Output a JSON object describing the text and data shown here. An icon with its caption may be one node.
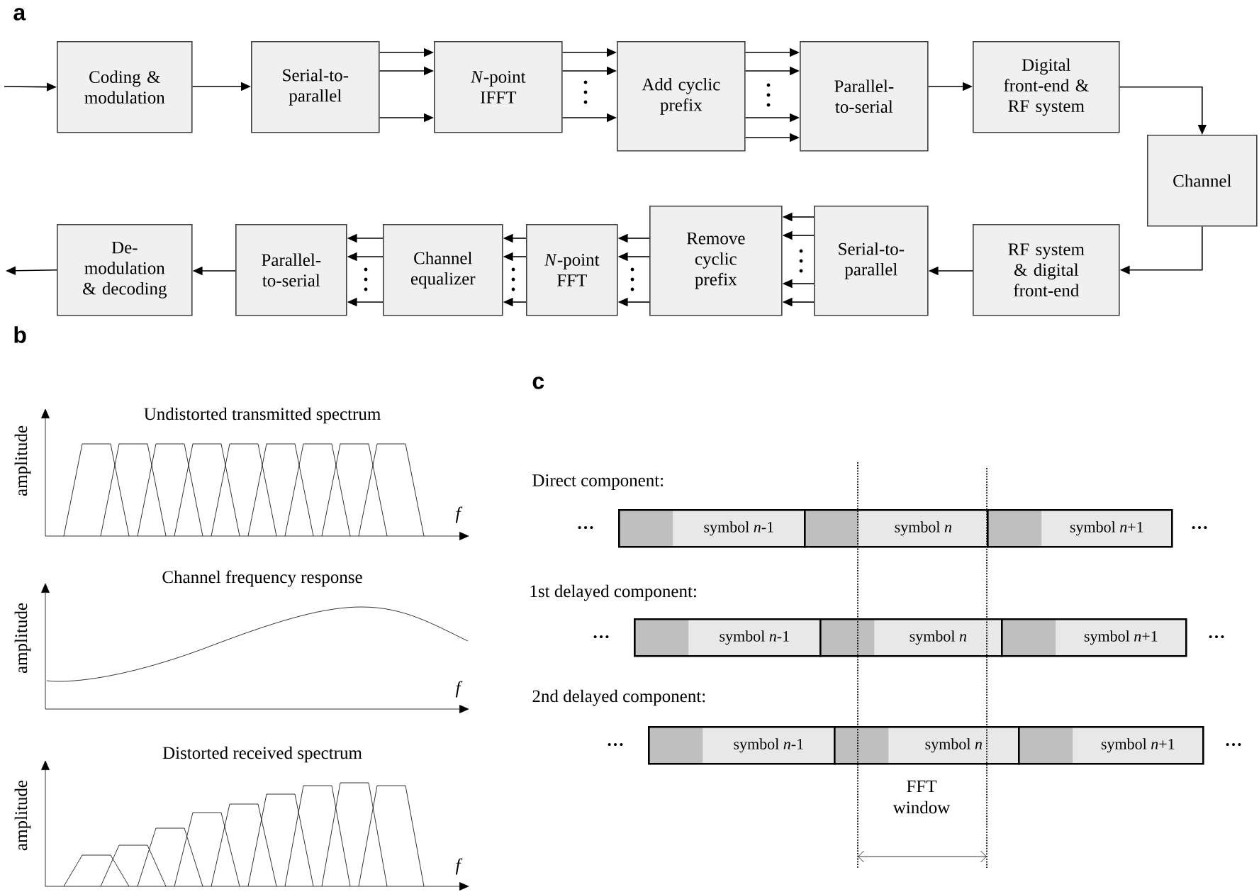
{
  "diagram": {
    "nodes": [
      {
        "text": [
          "Coding & modulation"
        ]
      },
      {
        "text": [
          "Serial-to-parallel"
        ]
      },
      {
        "text": [
          "*N*-point IFFT"
        ]
      },
      {
        "text": [
          "Add cyclic prefix"
        ]
      },
      {
        "text": [
          "Parallel-to-serial"
        ]
      },
      {
        "text": [
          "Digital front-end & RF system"
        ]
      },
      {
        "text": [
          "Channel"
        ]
      },
      {
        "text": [
          "RF system & digital front-end"
        ]
      },
      {
        "text": [
          "Serial-to-parallel"
        ]
      },
      {
        "text": [
          "Remove cyclic prefix"
        ]
      },
      {
        "text": [
          "*N*-point FFT"
        ]
      },
      {
        "text": [
          "Channel equalizer"
        ]
      },
      {
        "text": [
          "Parallel-to-serial"
        ]
      },
      {
        "text": [
          "De-modulation & decoding"
        ]
      },
      {
        "text": [
          "symbol *n*-1"
        ]
      },
      {
        "text": [
          "symbol *n*"
        ]
      },
      {
        "text": [
          "symbol *n*+1"
        ]
      },
      {
        "text": [
          "symbol *n*-1"
        ]
      },
      {
        "text": [
          "symbol *n*"
        ]
      },
      {
        "text": [
          "symbol *n*+1"
        ]
      },
      {
        "text": [
          "symbol *n*-1"
        ]
      },
      {
        "text": [
          "symbol *n*"
        ]
      },
      {
        "text": [
          "symbol *n*+1"
        ]
      }
    ],
    "edges": [
      {
        "from": null,
        "to": 0,
        "arrow": "to"
      },
      {
        "from": 0,
        "to": 1,
        "arrow": "to"
      },
      {
        "from": 1,
        "to": 2,
        "arrow": "to"
      },
      {
        "from": 1,
        "to": 2,
        "arrow": "to"
      },
      {
        "from": 1,
        "to": 2,
        "arrow": "to"
      },
      {
        "from": 2,
        "to": 3,
        "arrow": "to"
      },
      {
        "from": 2,
        "to": 3,
        "arrow": "to"
      },
      {
        "from": 2,
        "to": 3,
        "arrow": "to"
      },
      {
        "from": 3,
        "to": 4,
        "arrow": "to"
      },
      {
        "from": 3,
        "to": 4,
        "arrow": "to"
      },
      {
        "from": 3,
        "to": 4,
        "arrow": "to"
      },
      {
        "from": 3,
        "to": 4,
        "arrow": "to"
      },
      {
        "from": 4,
        "to": 5,
        "arrow": "to"
      },
      {
        "from": 5,
        "to": 6,
        "arrow": "to"
      },
      {
        "from": 6,
        "to": 7,
        "arrow": "to"
      },
      {
        "from": 7,
        "to": 8,
        "arrow": "to"
      },
      {
        "from": 8,
        "to": 9,
        "arrow": "to"
      },
      {
        "from": 8,
        "to": 9,
        "arrow": "to"
      },
      {
        "from": 8,
        "to": 9,
        "arrow": "to"
      },
      {
        "from": 8,
        "to": 9,
        "arrow": "to"
      },
      {
        "from": 9,
        "to": 10,
        "arrow": "to"
      },
      {
        "from": 9,
        "to": 10,
        "arrow": "to"
      },
      {
        "from": 9,
        "to": 10,
        "arrow": "to"
      },
      {
        "from": 10,
        "to": 11,
        "arrow": "to"
      },
      {
        "from": 10,
        "to": 11,
        "arrow": "to"
      },
      {
        "from": 10,
        "to": 11,
        "arrow": "to"
      },
      {
        "from": 11,
        "to": 12,
        "arrow": "to"
      },
      {
        "from": 11,
        "to": 12,
        "arrow": "to"
      },
      {
        "from": 11,
        "to": 12,
        "arrow": "to"
      },
      {
        "from": 12,
        "to": 13,
        "arrow": "to"
      },
      {
        "from": 13,
        "to": null,
        "arrow": "to"
      }
    ],
    "labels": [
      "a",
      "b",
      "Undistorted transmitted spectrum",
      "amplitude",
      "f",
      "Channel frequency response",
      "amplitude",
      "f",
      "Distorted received spectrum",
      "amplitude",
      "f",
      "c",
      "Direct component:",
      "…",
      "…",
      "1st delayed component:",
      "…",
      "…",
      "2nd delayed component:",
      "…",
      "…",
      "FFT window"
    ]
  }
}
